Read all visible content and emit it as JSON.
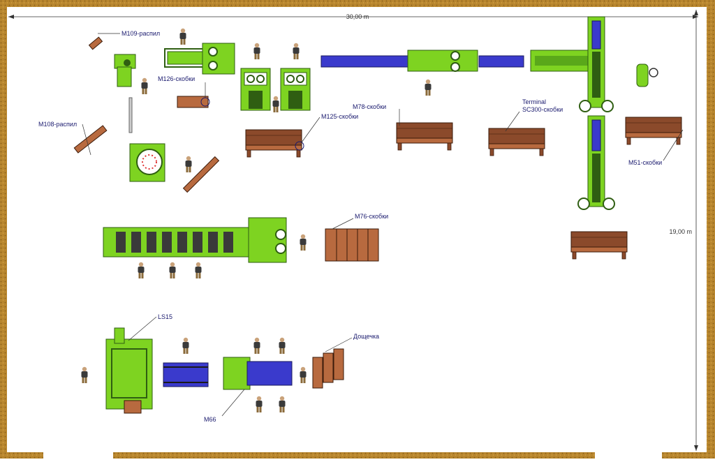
{
  "dimensions": {
    "width": "30,00 m",
    "height": "19,00 m"
  },
  "labels": {
    "m109": "M109-распил",
    "m126": "M126-скобки",
    "m108": "M108-распил",
    "m125": "M125-скобки",
    "m78": "M78-скобки",
    "terminal_line1": "Terminal",
    "terminal_line2": "SC300-скобки",
    "m51": "M51-скобки",
    "m76": "M76-скобки",
    "ls15": "LS15",
    "doshchechka": "Дощечка",
    "m66": "M66"
  },
  "colors": {
    "wall": "#b8862e",
    "floor": "#ffffff",
    "machine": "#7ed321",
    "machine_dark": "#2f5e12",
    "conveyor": "#3a3acc",
    "pallet": "#8b4a2b",
    "pallet_light": "#b86a3f",
    "worker": "#3a3a3a",
    "worker_legs": "#8a6a3a",
    "label": "#1a1a6e"
  },
  "icons": [
    "worker-figure",
    "pallet",
    "conveyor",
    "machine-frame"
  ]
}
